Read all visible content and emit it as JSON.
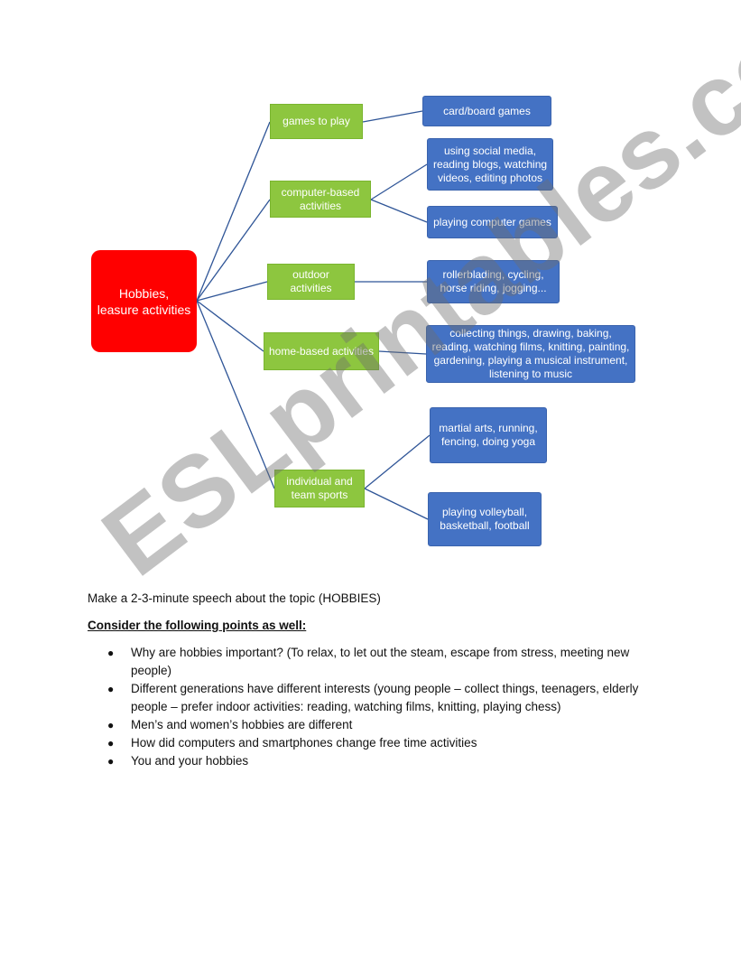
{
  "mindmap": {
    "root": "Hobbies, leasure activities",
    "categories": {
      "games": "games to play",
      "computer": "computer-based activities",
      "outdoor": "outdoor activities",
      "home": "home-based activities",
      "sports": "individual and team sports"
    },
    "leaves": {
      "card_board": "card/board games",
      "social_media": "using social media, reading blogs, watching videos, editing photos",
      "computer_games": "playing computer games",
      "rollerblading": "rollerblading, cycling, horse riding, jogging...",
      "collecting": "collecting things, drawing, baking, reading, watching films, knitting, painting, gardening, playing a musical instrument, listening to music",
      "martial_arts": "martial arts, running, fencing, doing yoga",
      "volleyball": "playing volleyball, basketball, football"
    },
    "colors": {
      "root": "#ff0000",
      "category": "#8dc63f",
      "leaf": "#4472c4",
      "connector": "#2f5597"
    }
  },
  "instructions": {
    "task": "Make a 2-3-minute speech about the topic (HOBBIES)",
    "subheading": "Consider the following points as well:",
    "points": [
      "Why are hobbies important? (To relax, to let out the steam, escape from stress, meeting new people)",
      "Different generations have different interests (young people – collect things, teenagers, elderly people – prefer indoor activities: reading, watching films, knitting, playing chess)",
      "Men’s and women’s hobbies are different",
      "How did computers and smartphones change free time activities",
      "You and your hobbies"
    ]
  },
  "watermark": "ESLprintables.com"
}
